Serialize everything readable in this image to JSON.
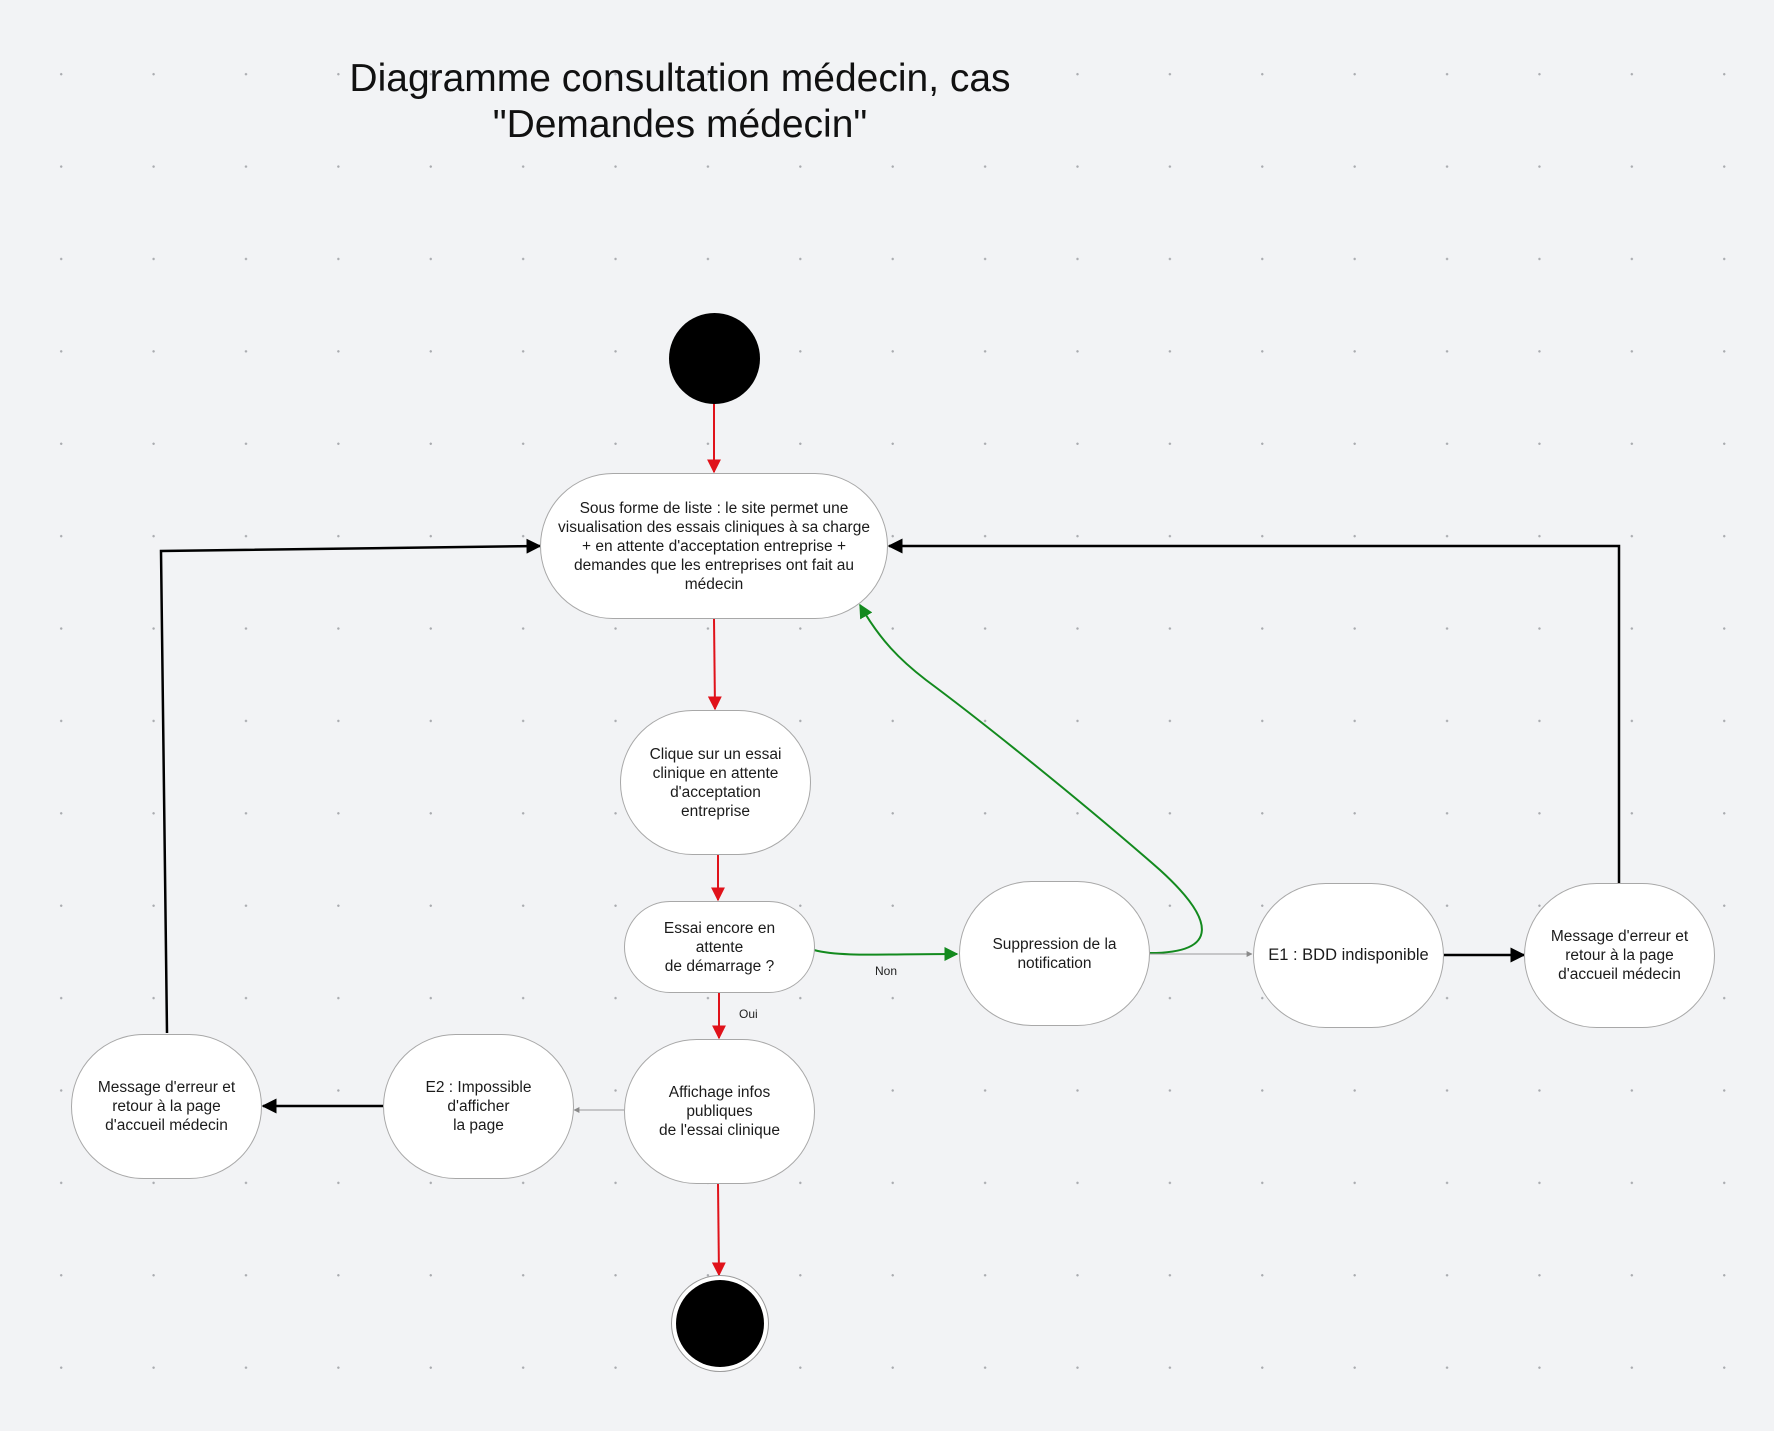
{
  "title": {
    "line1": "Diagramme consultation médecin, cas",
    "line2": "\"Demandes médecin\""
  },
  "nodes": {
    "list_view": {
      "lines": [
        "Sous forme de liste : le site permet une",
        "visualisation des essais cliniques à sa charge",
        "+ en attente d'acceptation entreprise +",
        "demandes que les entreprises ont fait au",
        "médecin"
      ]
    },
    "click_trial": {
      "lines": [
        "Clique sur un essai",
        "clinique en attente",
        "d'acceptation entreprise"
      ]
    },
    "decision": {
      "lines": [
        "Essai encore en attente",
        "de démarrage ?"
      ]
    },
    "suppression": {
      "lines": [
        "Suppression de la",
        "notification"
      ]
    },
    "e1": {
      "lines": [
        "E1 : BDD indisponible"
      ]
    },
    "error_right": {
      "lines": [
        "Message d'erreur et",
        "retour à la page",
        "d'accueil médecin"
      ]
    },
    "display_public": {
      "lines": [
        "Affichage infos publiques",
        "de l'essai clinique"
      ]
    },
    "e2": {
      "lines": [
        "E2 : Impossible d'afficher",
        "la page"
      ]
    },
    "error_left": {
      "lines": [
        "Message d'erreur et",
        "retour à la page",
        "d'accueil médecin"
      ]
    }
  },
  "edge_labels": {
    "non": "Non",
    "oui": "Oui"
  },
  "colors": {
    "main_flow": "#e0121a",
    "alt_flow": "#138a1e",
    "error_flow": "#000000",
    "exception_link": "#9a9a9a"
  }
}
